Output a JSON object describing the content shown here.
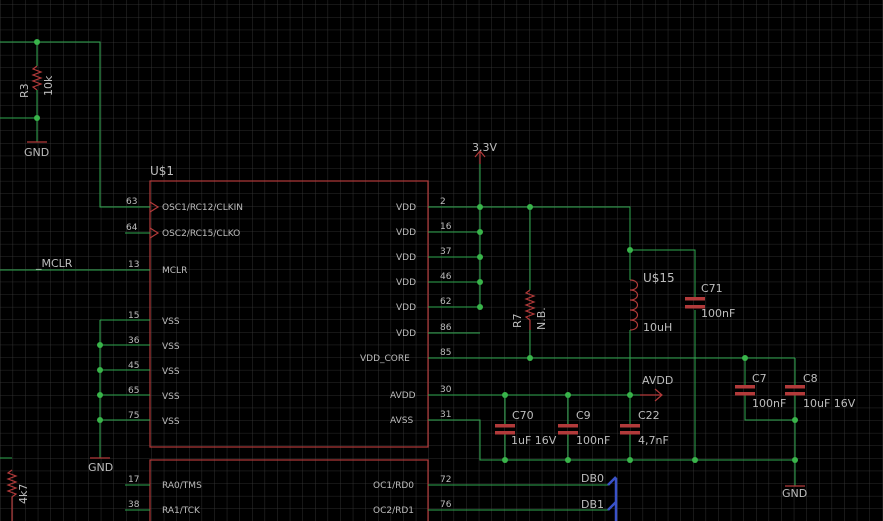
{
  "schematic": {
    "colors": {
      "background": "#000000",
      "grid": "#3a3a3a",
      "wire": "#2fa84f",
      "junction": "#39b54a",
      "part": "#b23a3a",
      "bus": "#3a52c8",
      "text": "#bdbdbd"
    },
    "top_circuit": {
      "r3_name": "R3",
      "r3_value": "10k",
      "gnd_label": "GND"
    },
    "chip": {
      "name": "U$1",
      "left_pins": [
        {
          "num": "63",
          "label": "OSC1/RC12/CLKIN"
        },
        {
          "num": "64",
          "label": "OSC2/RC15/CLKO"
        },
        {
          "num": "13",
          "label": "MCLR"
        },
        {
          "num": "15",
          "label": "VSS"
        },
        {
          "num": "36",
          "label": "VSS"
        },
        {
          "num": "45",
          "label": "VSS"
        },
        {
          "num": "65",
          "label": "VSS"
        },
        {
          "num": "75",
          "label": "VSS"
        }
      ],
      "right_pins": [
        {
          "num": "2",
          "label": "VDD"
        },
        {
          "num": "16",
          "label": "VDD"
        },
        {
          "num": "37",
          "label": "VDD"
        },
        {
          "num": "46",
          "label": "VDD"
        },
        {
          "num": "62",
          "label": "VDD"
        },
        {
          "num": "86",
          "label": "VDD"
        },
        {
          "num": "85",
          "label": "VDD_CORE"
        },
        {
          "num": "30",
          "label": "AVDD"
        },
        {
          "num": "31",
          "label": "AVSS"
        }
      ],
      "lower_left_pins": [
        {
          "num": "17",
          "label": "RA0/TMS"
        },
        {
          "num": "38",
          "label": "RA1/TCK"
        }
      ],
      "lower_right_pins": [
        {
          "num": "72",
          "label": "OC1/RD0"
        },
        {
          "num": "76",
          "label": "OC2/RD1"
        }
      ],
      "vss_gnd_label": "GND"
    },
    "nets": {
      "mclr": "_MCLR",
      "supply": "3.3V",
      "avdd": "AVDD",
      "db0": "DB0",
      "db1": "DB1",
      "gnd_right": "GND",
      "r4k7": "4k7"
    },
    "parts": {
      "r7_name": "R7",
      "r7_value": "N.B.",
      "l_name": "U$15",
      "l_value": "10uH",
      "c71_name": "C71",
      "c71_value": "100nF",
      "c70_name": "C70",
      "c70_value": "1uF 16V",
      "c9_name": "C9",
      "c9_value": "100nF",
      "c22_name": "C22",
      "c22_value": "4,7nF",
      "c7_name": "C7",
      "c7_value": "100nF",
      "c8_name": "C8",
      "c8_value": "10uF 16V"
    }
  }
}
